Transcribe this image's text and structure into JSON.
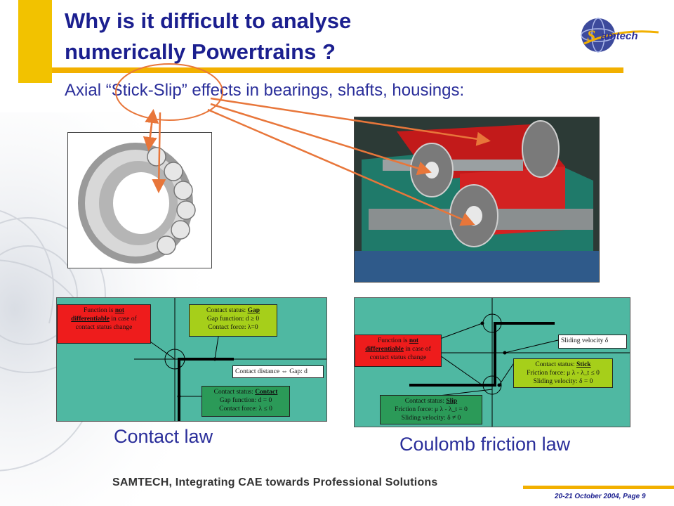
{
  "title_lines": [
    "Why is it difficult to analyse",
    "numerically Powertrains ?"
  ],
  "subtitle": "Axial “Stick-Slip” effects in bearings, shafts, housings:",
  "logo_text": "Samtech",
  "contact_panel": {
    "red_line1": "Function is",
    "red_strong1": "not",
    "red_strong2": "differentiable",
    "red_line2": " in case of",
    "red_line3": "contact status change",
    "gap_prefix": "Contact status: ",
    "gap_status": "Gap",
    "gap_function": "Gap function: d ≥ 0",
    "gap_force": "Contact force: λ=0",
    "distance_box": "Contact distance ⇔ Gap: d",
    "contact_prefix": "Contact status: ",
    "contact_status": "Contact",
    "contact_function": "Gap function: d = 0",
    "contact_force": "Contact force: λ ≤ 0"
  },
  "coulomb_panel": {
    "red_line1": "Function is",
    "red_strong1": "not",
    "red_strong2": "differentiable",
    "red_line2": " in case of",
    "red_line3": "contact status change",
    "sliding_box": "Sliding velocity δ",
    "stick_prefix": "Contact status: ",
    "stick_status": "Stick",
    "stick_force": "Friction force: μ λ - λ_t  ≤  0",
    "stick_velocity": "Sliding velocity: δ = 0",
    "slip_prefix": "Contact status: ",
    "slip_status": "Slip",
    "slip_force": "Friction force: μ λ - λ_t  =  0",
    "slip_velocity": "Sliding velocity: δ ≠ 0"
  },
  "labels": {
    "contact": "Contact law",
    "coulomb": "Coulomb friction law"
  },
  "footer": {
    "tagline": "SAMTECH, Integrating CAE towards Professional Solutions",
    "date": "20-21 October 2004, Page 9"
  },
  "colors": {
    "title": "#1b1f8f",
    "accent": "#f2b000",
    "arrow": "#e8763a",
    "panel": "#4fb8a2"
  }
}
